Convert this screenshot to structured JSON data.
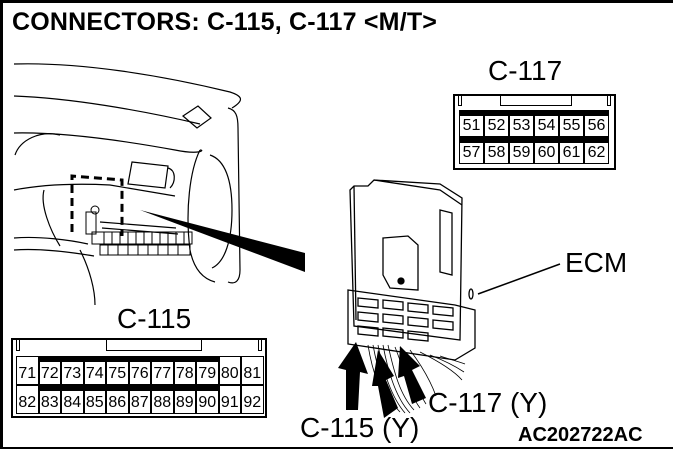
{
  "title": "CONNECTORS: C-115, C-117 <M/T>",
  "connectors": {
    "c117": {
      "label": "C-117",
      "row1": [
        "51",
        "52",
        "53",
        "54",
        "55",
        "56"
      ],
      "row2": [
        "57",
        "58",
        "59",
        "60",
        "61",
        "62"
      ]
    },
    "c115": {
      "label": "C-115",
      "row1": [
        "71",
        "72",
        "73",
        "74",
        "75",
        "76",
        "77",
        "78",
        "79",
        "80",
        "81"
      ],
      "row2": [
        "82",
        "83",
        "84",
        "85",
        "86",
        "87",
        "88",
        "89",
        "90",
        "91",
        "92"
      ]
    }
  },
  "callouts": {
    "ecm": "ECM",
    "c117_y": "C-117 (Y)",
    "c115_y": "C-115 (Y)"
  },
  "figure_code": "AC202722AC"
}
